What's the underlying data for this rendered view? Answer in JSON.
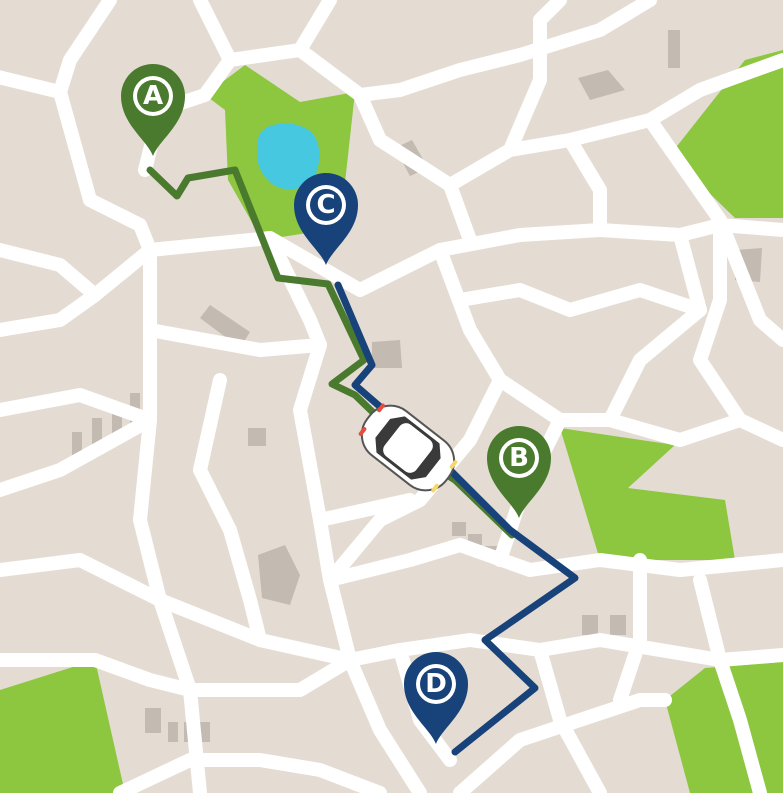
{
  "map": {
    "colors": {
      "land": "#e4dcd3",
      "road": "#ffffff",
      "park": "#8dc63f",
      "water": "#45c8e0",
      "building": "#c3bab1",
      "route_green": "#4a7a2e",
      "route_blue": "#17427a",
      "pin_green": "#4a7a2e",
      "pin_blue": "#17427a"
    },
    "markers": [
      {
        "label": "A",
        "color": "green",
        "icon": "map-pin-icon"
      },
      {
        "label": "B",
        "color": "green",
        "icon": "map-pin-icon"
      },
      {
        "label": "C",
        "color": "blue",
        "icon": "map-pin-icon"
      },
      {
        "label": "D",
        "color": "blue",
        "icon": "map-pin-icon"
      }
    ],
    "routes": [
      {
        "from": "A",
        "to": "B",
        "color": "green"
      },
      {
        "from": "C",
        "to": "D",
        "color": "blue"
      }
    ],
    "vehicle": {
      "icon": "car-icon",
      "color": "#ffffff"
    }
  }
}
